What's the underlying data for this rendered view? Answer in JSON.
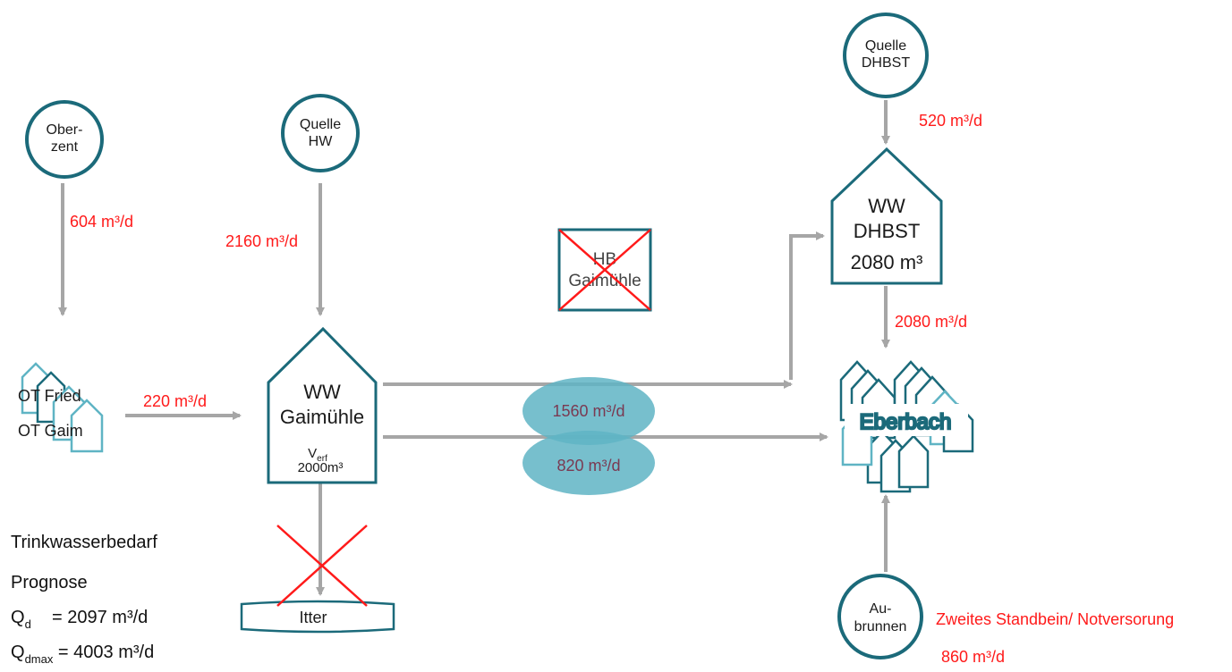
{
  "sources": {
    "oberzent": {
      "line1": "Ober-",
      "line2": "zent"
    },
    "quelle_hw": {
      "line1": "Quelle",
      "line2": "HW"
    },
    "quelle_dhbst": {
      "line1": "Quelle",
      "line2": "DHBST"
    },
    "aubrunnen": {
      "line1": "Au-",
      "line2": "brunnen"
    }
  },
  "tanks": {
    "ww_gaimuehle": {
      "line1": "WW",
      "line2": "Gaimühle",
      "vol_label": "V",
      "vol_sub": "erf",
      "vol_value": "2000m³"
    },
    "ww_dhbst": {
      "line1": "WW",
      "line2": "DHBST",
      "line3": "2080 m³"
    },
    "hb_gaimuehle": {
      "line1": "HB",
      "line2": "Gaimühle"
    }
  },
  "towns": {
    "ot_fried": "OT Fried",
    "ot_gaim": "OT Gaim",
    "eberbach": "Eberbach"
  },
  "river": {
    "name": "Itter"
  },
  "flows": {
    "oberzent": "604 m³/d",
    "quelle_hw": "2160 m³/d",
    "quelle_dhbst": "520 m³/d",
    "ot_to_ww": "220 m³/d",
    "dhbst_to_eberbach": "2080 m³/d",
    "pipe_upper": "1560 m³/d",
    "pipe_lower": "820 m³/d",
    "aubrunnen": "860 m³/d"
  },
  "aubrunnen_note": "Zweites Standbein/ Notversorung",
  "legend": {
    "title": "Trinkwasserbedarf",
    "subtitle": "Prognose",
    "qd_label": "Q",
    "qd_sub": "d",
    "qd_value": "= 2097 m³/d",
    "qdmax_label": "Q",
    "qdmax_sub": "dmax",
    "qdmax_value": "= 4003 m³/d"
  },
  "colors": {
    "teal": "#1b6a7a",
    "light_teal": "#5fb4c4",
    "arrow": "#a6a6a6",
    "red": "#ff1a1a",
    "ellipse": "#5fb4c4"
  }
}
